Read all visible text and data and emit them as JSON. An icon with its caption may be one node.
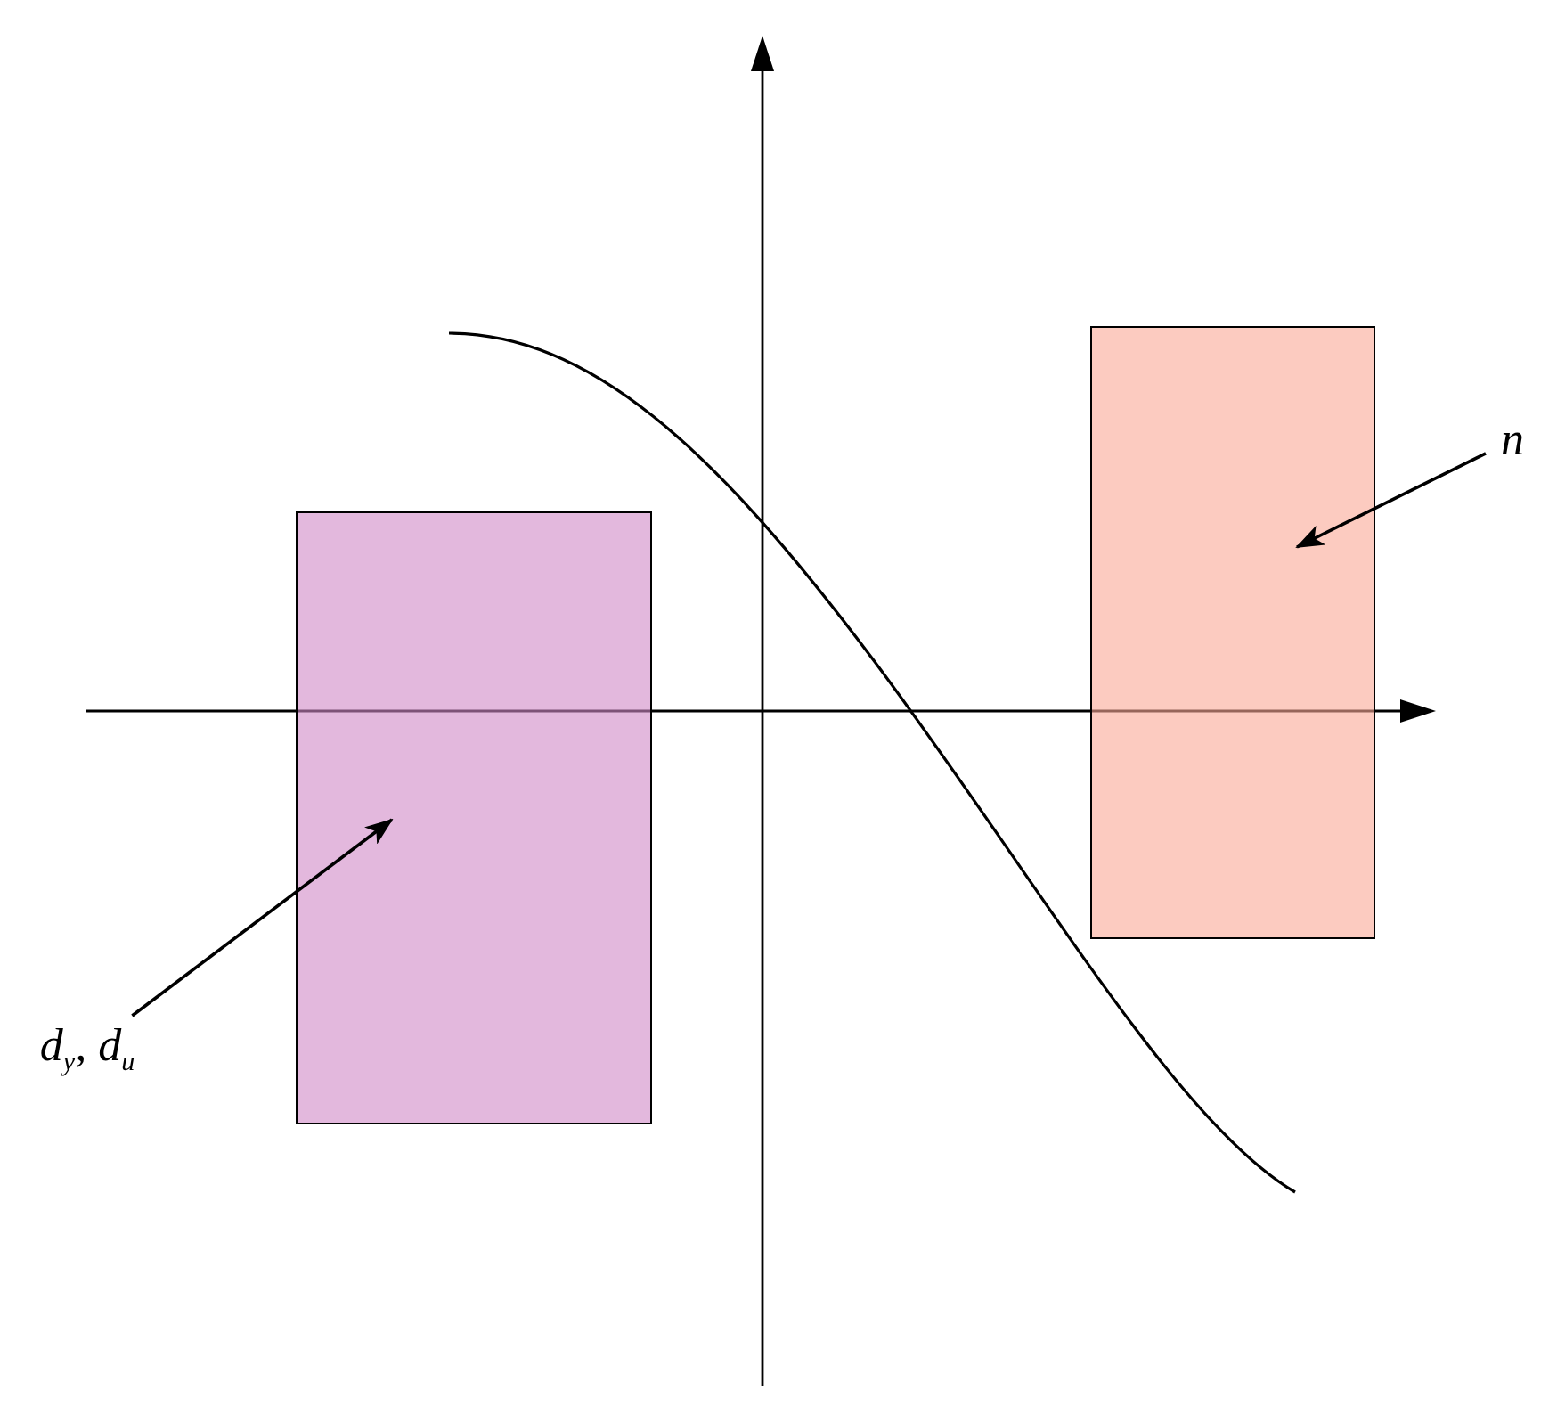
{
  "diagram": {
    "nodes": [
      {
        "text": [],
        "shape": "box"
      },
      {
        "text": [],
        "shape": "box"
      },
      {
        "text": [
          "n"
        ]
      },
      {
        "text": [
          "d$_{y}$, d$_{u}$"
        ]
      }
    ],
    "edges": [
      {
        "from": 3,
        "to": 0,
        "arrow": "to"
      },
      {
        "from": 2,
        "to": 1,
        "arrow": "to"
      }
    ]
  }
}
